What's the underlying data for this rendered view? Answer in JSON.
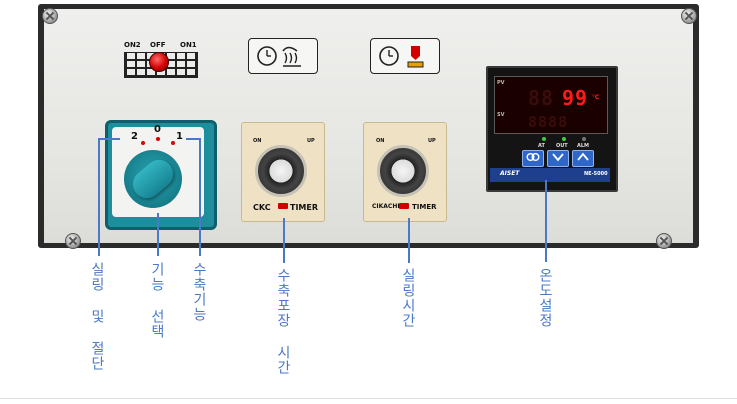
{
  "panel": {
    "selector_labels": {
      "on2": "ON2",
      "off": "OFF",
      "on1": "ON1"
    },
    "switch_positions": {
      "left": "2",
      "middle": "0",
      "right": "1"
    },
    "timer_left": {
      "on": "ON",
      "up": "UP",
      "brand": "CKC",
      "name": "TIMER"
    },
    "timer_right": {
      "on": "ON",
      "up": "UP",
      "brand": "CIKACHI",
      "name": "TIMER"
    },
    "controller": {
      "pv_label": "PV",
      "sv_label": "SV",
      "pv_value": "99",
      "pv_unit": "℃",
      "indicator_at": "AT",
      "indicator_out": "OUT",
      "indicator_alm": "ALM",
      "brand": "AISET",
      "model": "NE-5000"
    }
  },
  "callouts": [
    {
      "text": "실링 및 절단"
    },
    {
      "text": "기능 선택"
    },
    {
      "text": "수축기능"
    },
    {
      "text": "수축포장 시간"
    },
    {
      "text": "실링시간"
    },
    {
      "text": "온도설정"
    }
  ],
  "colors": {
    "accent": "#4a79c8",
    "switch_teal": "#1f8e9c",
    "lamp_red": "#d20000"
  }
}
